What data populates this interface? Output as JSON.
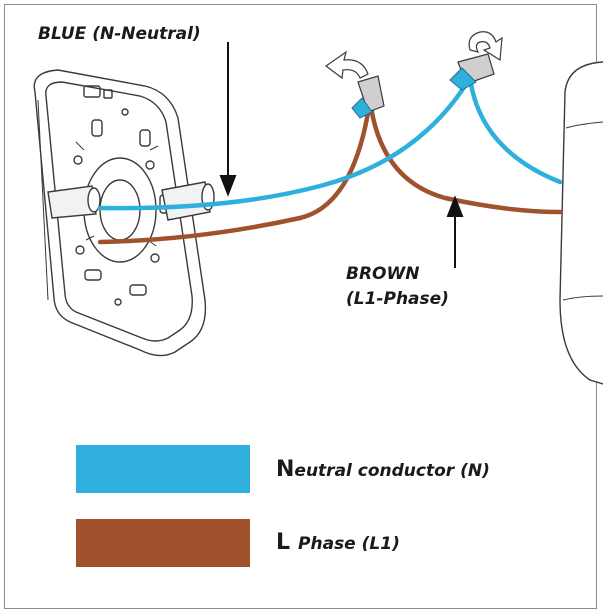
{
  "labels": {
    "blue_wire": "BLUE (N-Neutral)",
    "brown_wire_line1": "BROWN",
    "brown_wire_line2": "(L1-Phase)"
  },
  "legend": [
    {
      "lead": "N",
      "rest": "eutral conductor (N)",
      "color": "#2fb0dc"
    },
    {
      "lead": "L",
      "rest": "Phase (L1)",
      "color": "#a0522d"
    }
  ],
  "colors": {
    "neutral": "#2fb0dc",
    "phase": "#a0522d",
    "outline": "#3a3a3a"
  },
  "icons": [
    "mounting-plate",
    "wire-connector",
    "rotate-arrow",
    "appliance-body"
  ]
}
